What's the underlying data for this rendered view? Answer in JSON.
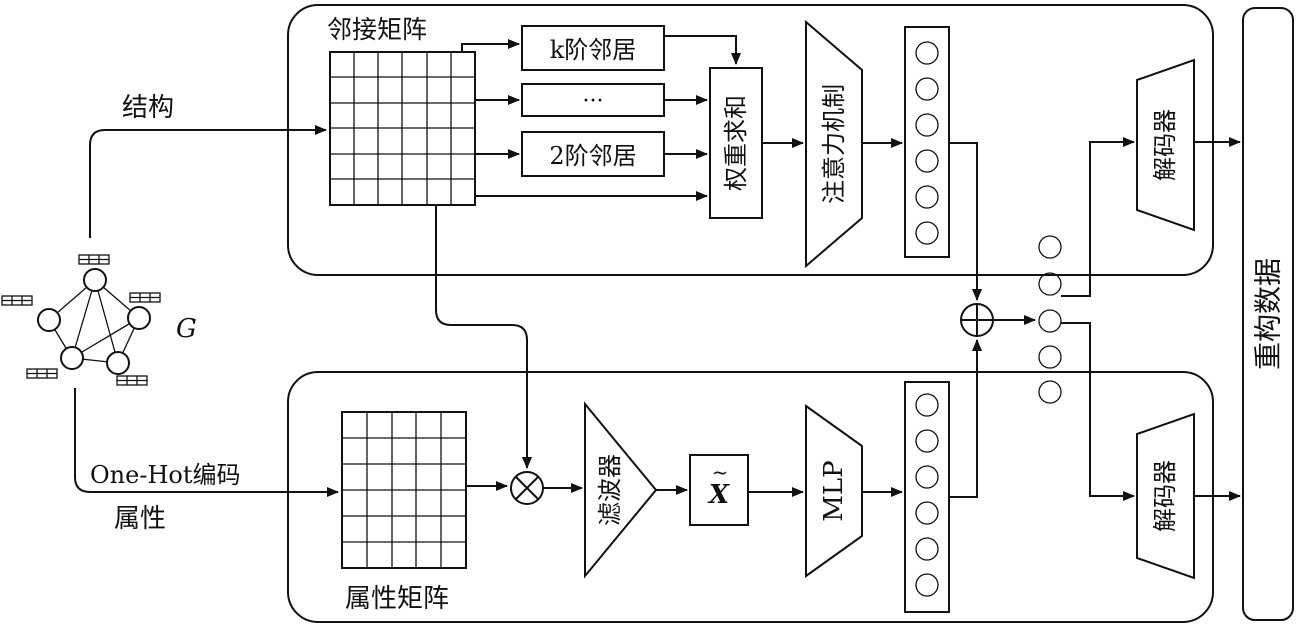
{
  "labels": {
    "adjacency_matrix": "邻接矩阵",
    "k_order_neighbor": "k阶邻居",
    "ellipsis": "···",
    "second_order_neighbor": "2阶邻居",
    "weighted_sum": "权重求和",
    "attention_mechanism": "注意力机制",
    "structure": "结构",
    "graph_symbol": "G",
    "decoder_top": "解码器",
    "decoder_bottom": "解码器",
    "reconstructed_data": "重构数据",
    "onehot_encoding": "One-Hot编码",
    "attribute": "属性",
    "attribute_matrix": "属性矩阵",
    "filter": "滤波器",
    "x_tilde": "X",
    "tilde_mark": "~",
    "mlp": "MLP"
  }
}
